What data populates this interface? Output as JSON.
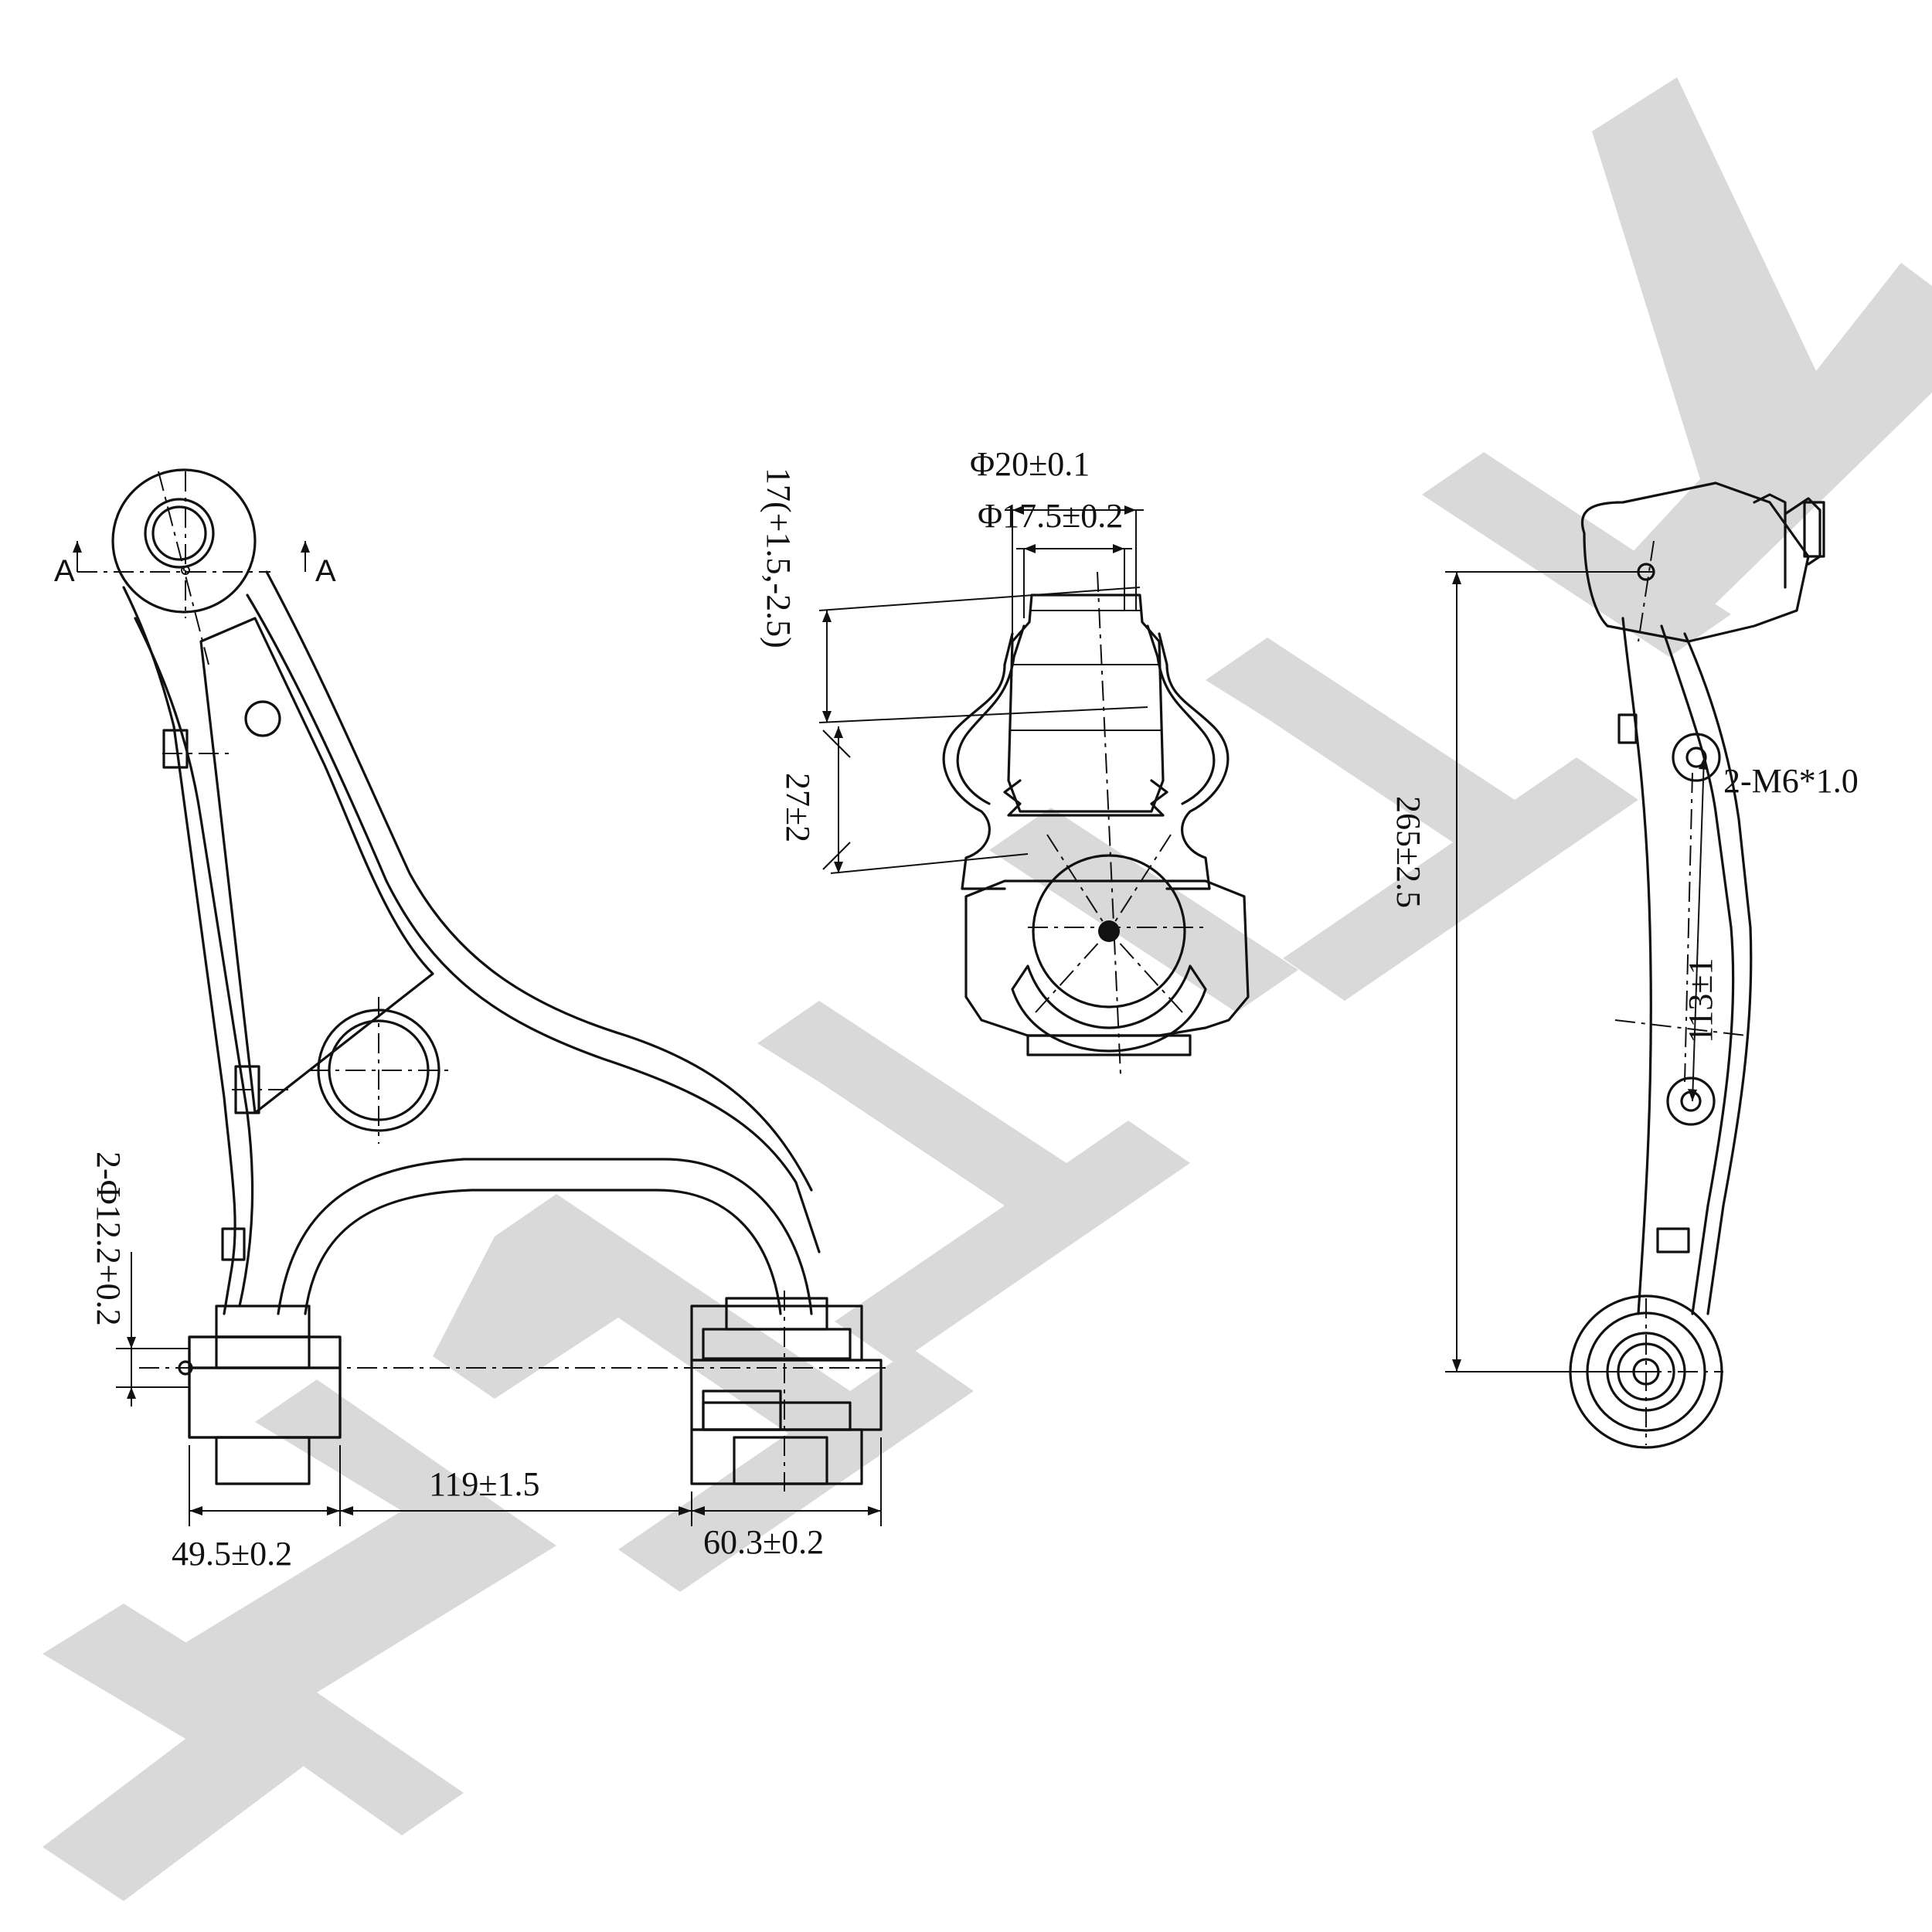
{
  "watermark": {
    "brand_color": "#d9d9d9"
  },
  "section_marks": {
    "left": "A",
    "right": "A"
  },
  "front_view": {
    "bushing_hole_dimension": "2-Φ12.2+0.2",
    "left_bushing_width": "49.5±0.2",
    "bushing_spacing": "119±1.5",
    "right_bushing_width": "60.3±0.2"
  },
  "ball_joint_section": {
    "stud_diameter_outer": "Φ20±0.1",
    "stud_diameter_inner": "Φ17.5±0.2",
    "taper_length": "17(+1.5,-2.5)",
    "stud_height": "27±2"
  },
  "side_view": {
    "overall_height": "265±2.5",
    "thread_spec": "2-M6*1.0",
    "hole_spacing": "113±1"
  }
}
